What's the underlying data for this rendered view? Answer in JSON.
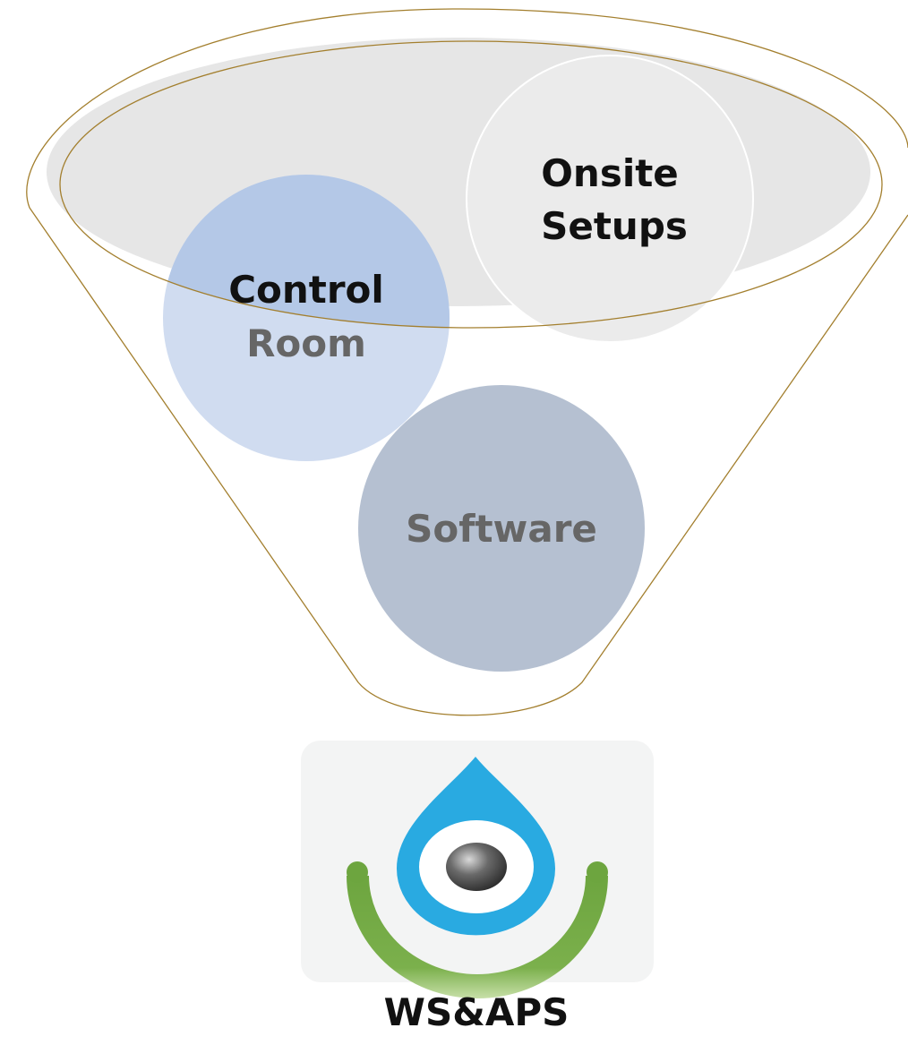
{
  "diagram": {
    "circles": [
      {
        "id": "onsite",
        "lines": [
          "Onsite",
          "Setups"
        ],
        "fill": "#ebebeb",
        "text_color": "#111111"
      },
      {
        "id": "control",
        "lines": [
          "Control",
          "Room"
        ],
        "fill": "#c8d6ee",
        "text_color_line1": "#111111",
        "text_color_line2": "#666666"
      },
      {
        "id": "software",
        "lines": [
          "Software"
        ],
        "fill": "#b4bfd0",
        "text_color": "#666666"
      }
    ],
    "funnel_outline_color": "#a37f2e",
    "logo": {
      "name": "WS&APS",
      "drop_color": "#29aae1",
      "arc_color": "#6a9f3c",
      "pupil_color": "#555555",
      "bg_color": "#f3f4f4"
    }
  }
}
